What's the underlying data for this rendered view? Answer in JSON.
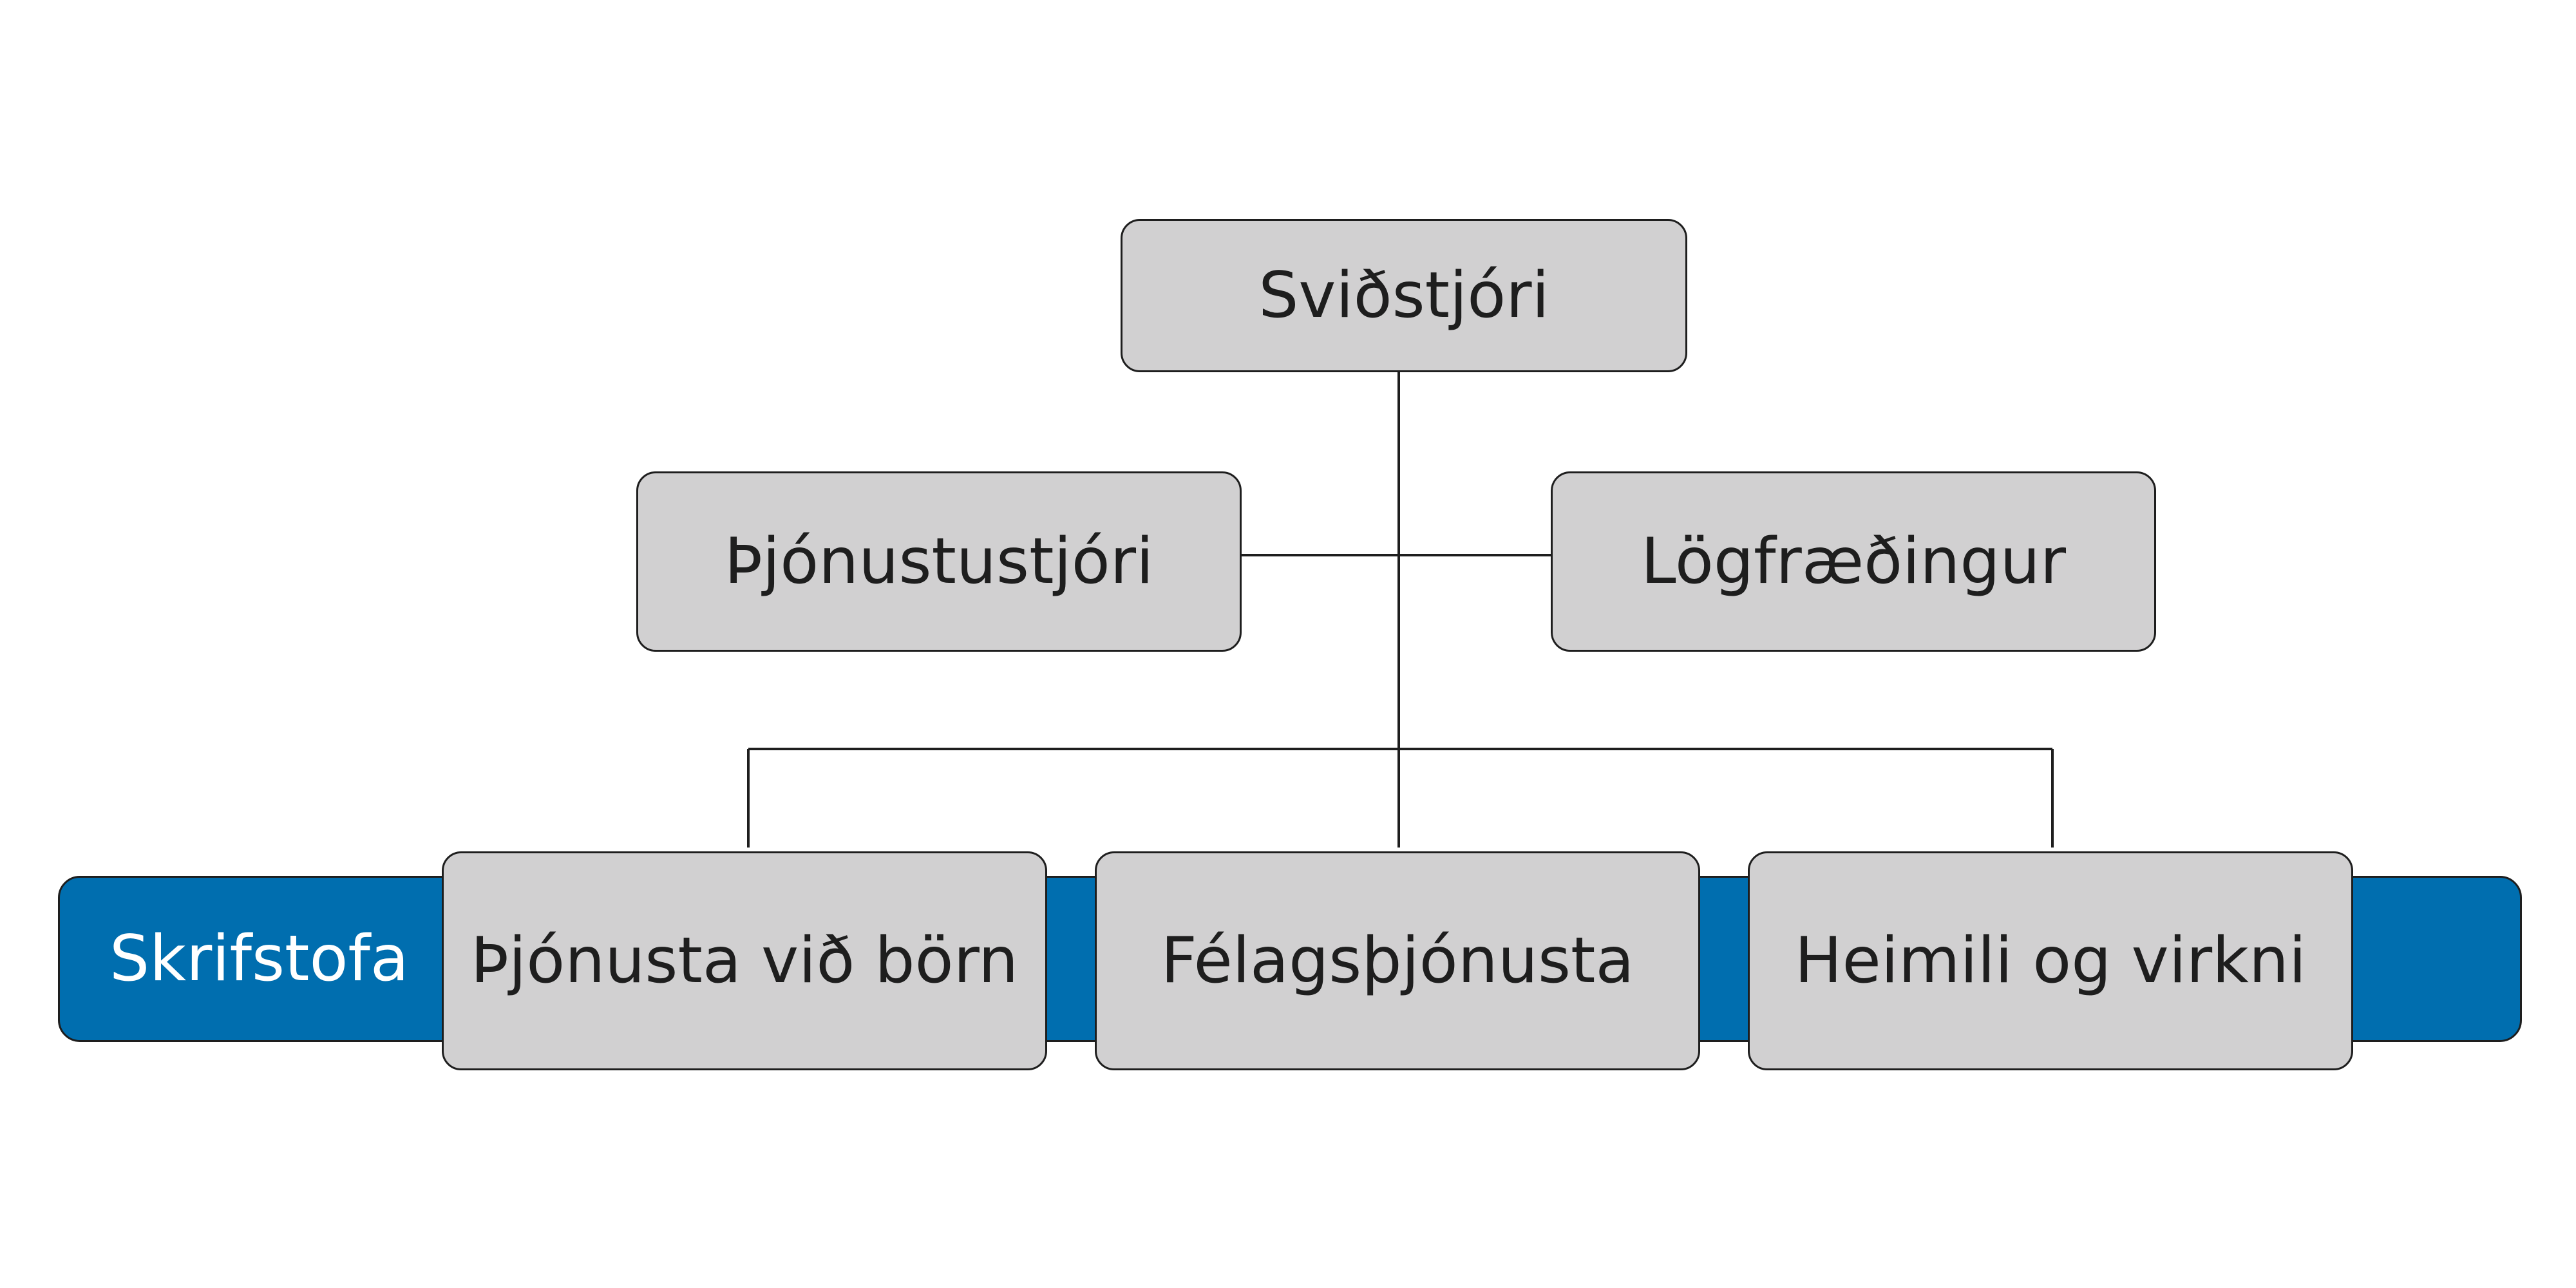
{
  "diagram": {
    "top": {
      "label": "Sviðstjóri"
    },
    "staff": [
      {
        "label": "Þjónustustjóri"
      },
      {
        "label": "Lögfræðingur"
      }
    ],
    "band": {
      "label": "Skrifstofa"
    },
    "departments": [
      {
        "label": "Þjónusta við börn"
      },
      {
        "label": "Félagsþjónusta"
      },
      {
        "label": "Heimili og virkni"
      }
    ]
  },
  "colors": {
    "box_fill": "#d1d0d1",
    "band_fill": "#006eaf",
    "line": "#1e1e1e",
    "text": "#1e1e1e",
    "band_text": "#ffffff"
  }
}
